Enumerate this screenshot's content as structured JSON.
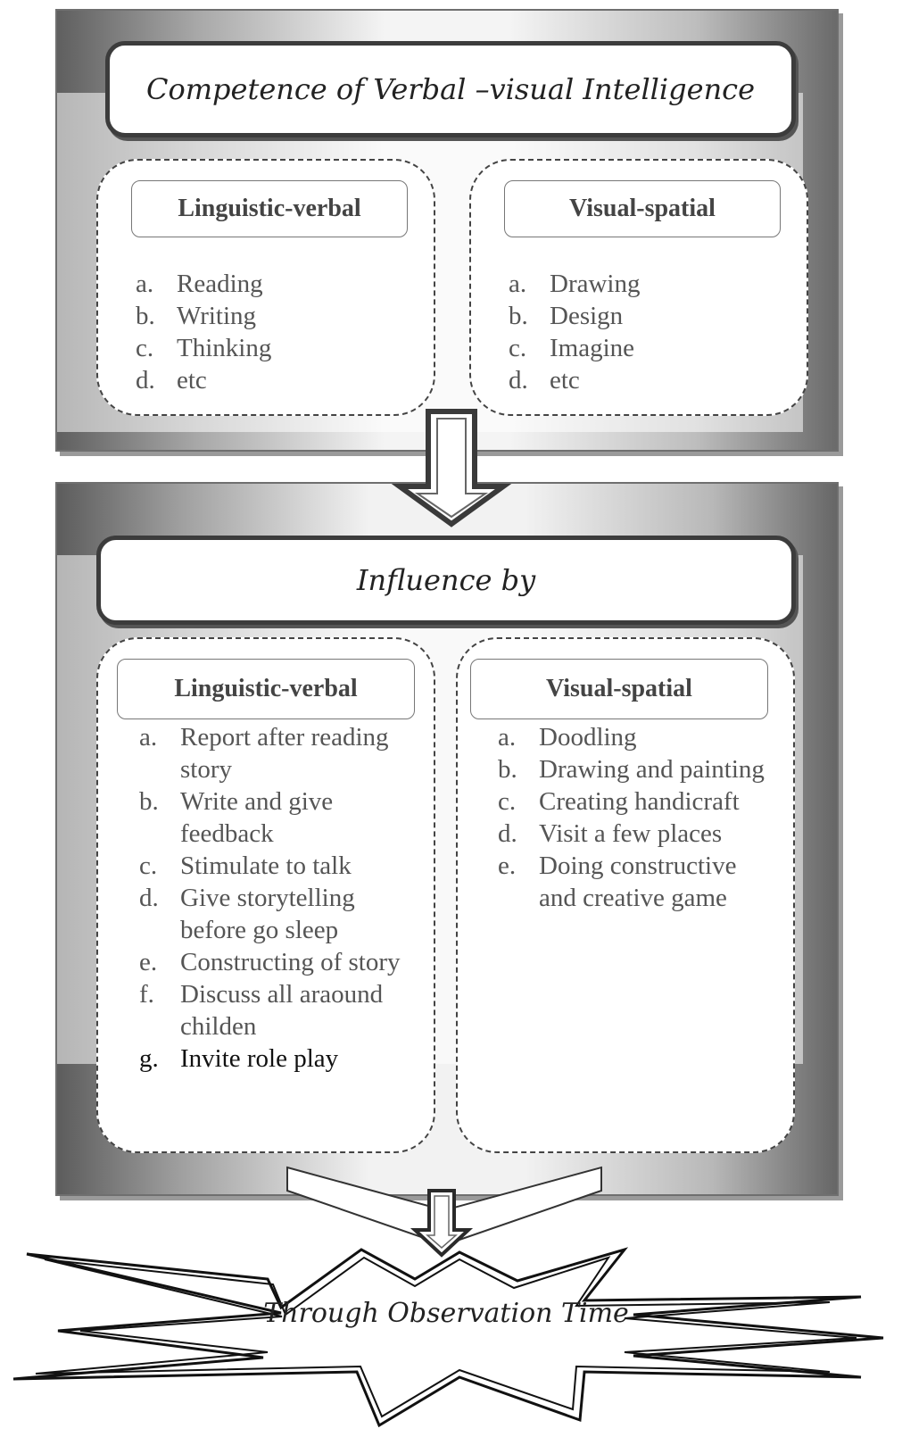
{
  "top_section": {
    "title": "Competence of Verbal –visual Intelligence",
    "left": {
      "heading": "Linguistic-verbal",
      "items": [
        {
          "marker": "a.",
          "text": "Reading"
        },
        {
          "marker": "b.",
          "text": "Writing"
        },
        {
          "marker": "c.",
          "text": "Thinking"
        },
        {
          "marker": "d.",
          "text": "etc"
        }
      ]
    },
    "right": {
      "heading": "Visual-spatial",
      "items": [
        {
          "marker": "a.",
          "text": "Drawing"
        },
        {
          "marker": "b.",
          "text": "Design"
        },
        {
          "marker": "c.",
          "text": "Imagine"
        },
        {
          "marker": "d.",
          "text": "etc"
        }
      ]
    }
  },
  "bottom_section": {
    "title": "Influence by",
    "left": {
      "heading": "Linguistic-verbal",
      "items": [
        {
          "marker": "a.",
          "text": "Report after reading story"
        },
        {
          "marker": "b.",
          "text": "Write and give feedback"
        },
        {
          "marker": "c.",
          "text": "Stimulate to talk"
        },
        {
          "marker": "d.",
          "text": "Give storytelling before go sleep"
        },
        {
          "marker": "e.",
          "text": "Constructing of story"
        },
        {
          "marker": "f.",
          "text": "Discuss all araound childen"
        },
        {
          "marker": "g.",
          "text": "Invite role play"
        }
      ]
    },
    "right": {
      "heading": "Visual-spatial",
      "items": [
        {
          "marker": "a.",
          "text": "Doodling"
        },
        {
          "marker": "b.",
          "text": "Drawing and painting"
        },
        {
          "marker": "c.",
          "text": "Creating handicraft"
        },
        {
          "marker": "d.",
          "text": "Visit a few places"
        },
        {
          "marker": "e.",
          "text": "Doing constructive and creative game"
        }
      ]
    }
  },
  "conclusion": "Through Observation Time"
}
